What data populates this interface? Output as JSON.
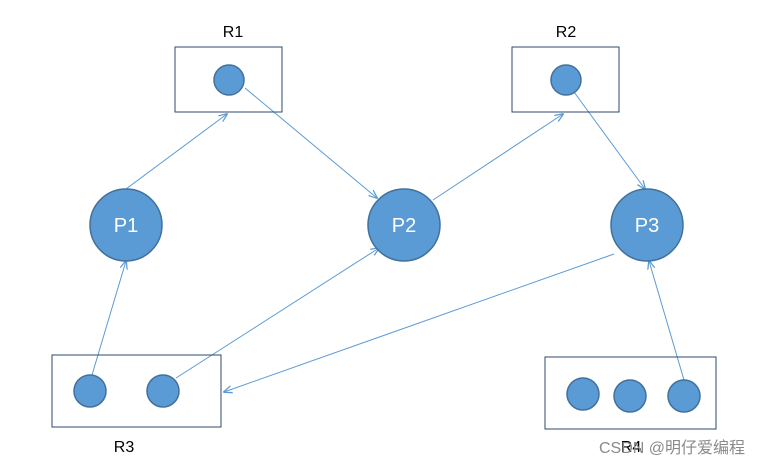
{
  "diagram": {
    "resources": [
      {
        "id": "R1",
        "label": "R1"
      },
      {
        "id": "R2",
        "label": "R2"
      },
      {
        "id": "R3",
        "label": "R3"
      },
      {
        "id": "R4",
        "label": "R4"
      }
    ],
    "processes": [
      {
        "id": "P1",
        "label": "P1"
      },
      {
        "id": "P2",
        "label": "P2"
      },
      {
        "id": "P3",
        "label": "P3"
      }
    ],
    "edges": [
      {
        "from": "P1",
        "to": "R1",
        "kind": "request"
      },
      {
        "from": "R1",
        "to": "P2",
        "kind": "assignment"
      },
      {
        "from": "P2",
        "to": "R2",
        "kind": "request"
      },
      {
        "from": "R2",
        "to": "P3",
        "kind": "assignment"
      },
      {
        "from": "R3",
        "to": "P1",
        "kind": "assignment"
      },
      {
        "from": "R3",
        "to": "P2",
        "kind": "assignment"
      },
      {
        "from": "P3",
        "to": "R3",
        "kind": "request"
      },
      {
        "from": "R4",
        "to": "P3",
        "kind": "assignment"
      }
    ],
    "colors": {
      "node_fill": "#5b9bd5",
      "node_stroke": "#41719c",
      "edge": "#5b9bd5",
      "box_stroke": "#2e4a6e"
    }
  },
  "watermark": "CSDN @明仔爱编程"
}
